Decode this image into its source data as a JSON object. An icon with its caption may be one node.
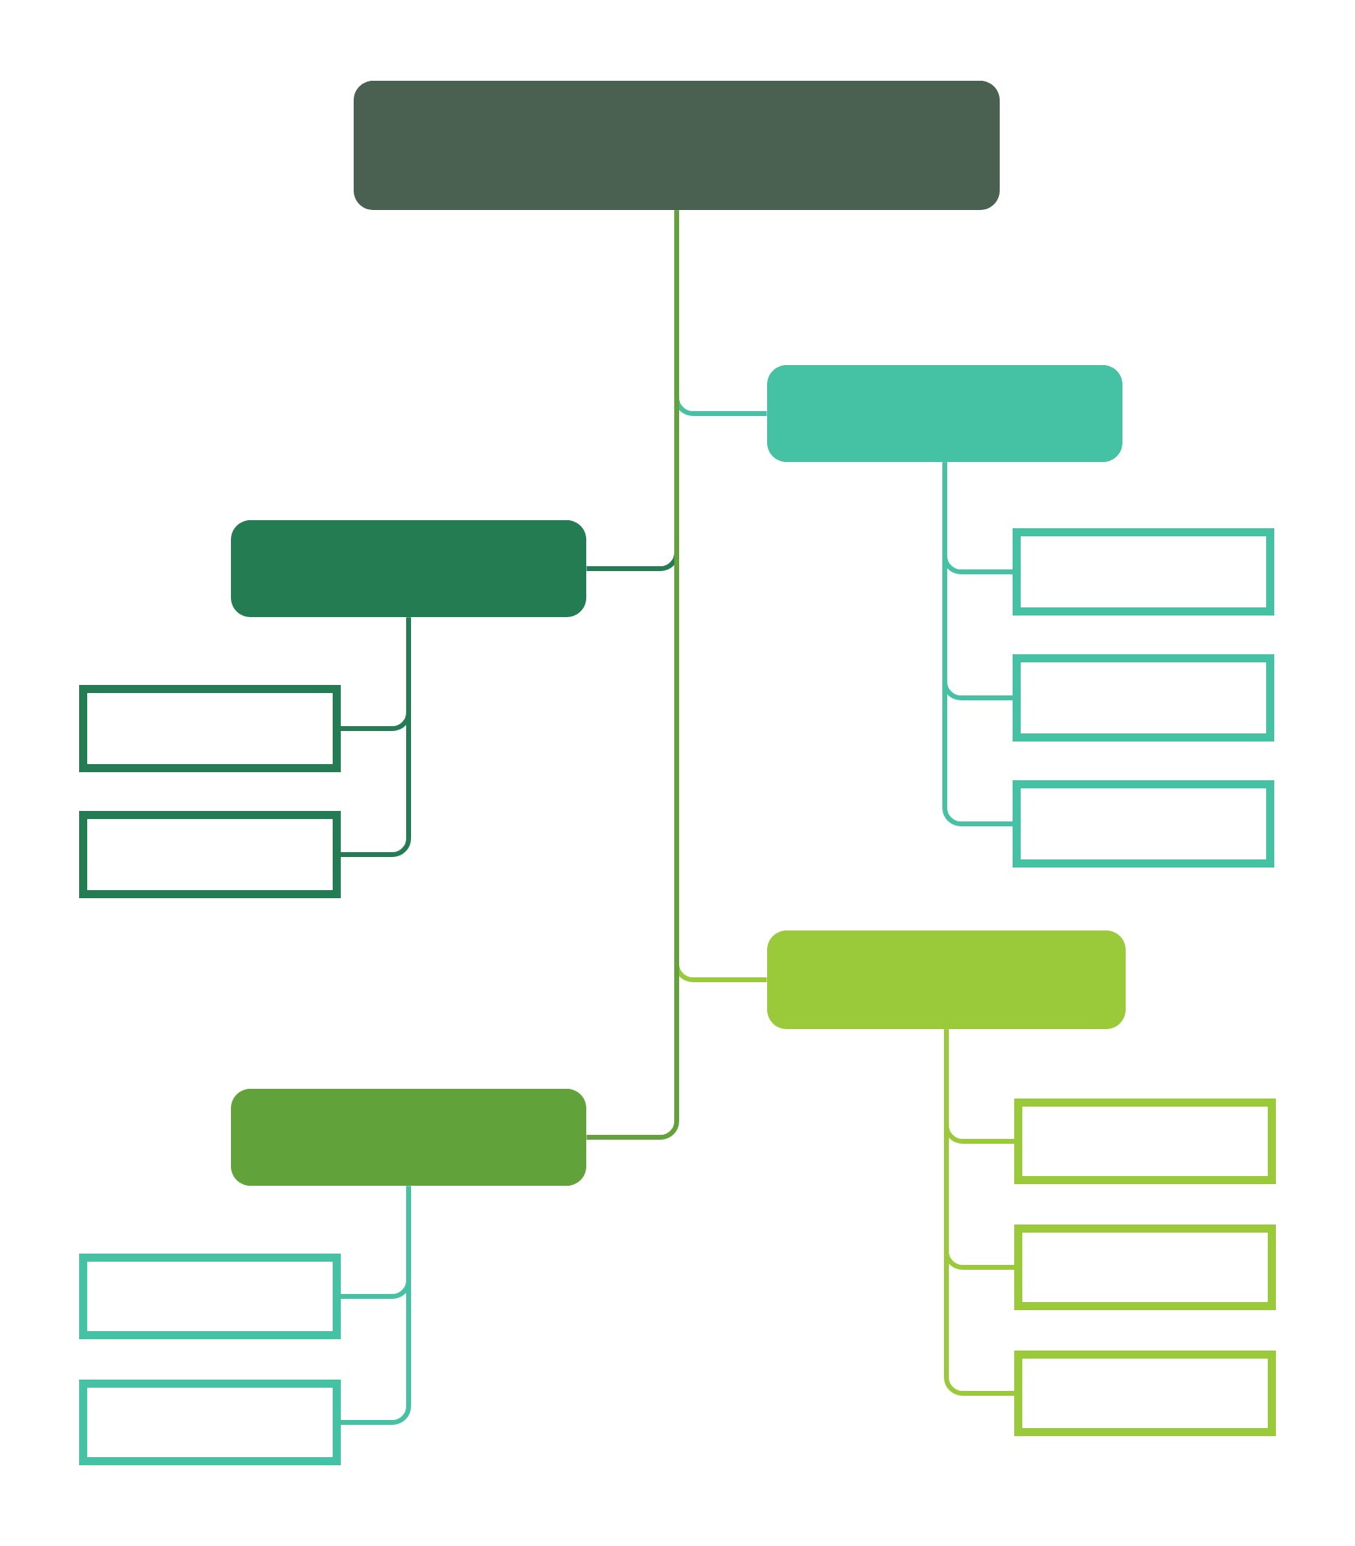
{
  "diagram": {
    "nodes": [
      {
        "text": [],
        "shape": "box"
      },
      {
        "text": [],
        "shape": "box"
      },
      {
        "text": [],
        "shape": "box"
      },
      {
        "text": [],
        "shape": "box"
      },
      {
        "text": [],
        "shape": "box"
      },
      {
        "text": [],
        "shape": "box"
      },
      {
        "text": [],
        "shape": "box"
      },
      {
        "text": [],
        "shape": "box"
      },
      {
        "text": [],
        "shape": "box"
      },
      {
        "text": [],
        "shape": "box"
      },
      {
        "text": [],
        "shape": "box"
      },
      {
        "text": [],
        "shape": "box"
      },
      {
        "text": [],
        "shape": "box"
      },
      {
        "text": [],
        "shape": "box"
      },
      {
        "text": [],
        "shape": "box"
      }
    ],
    "edges": [
      {
        "from": 0,
        "to": 1,
        "arrow": "none"
      },
      {
        "from": 1,
        "to": 2,
        "arrow": "none"
      },
      {
        "from": 1,
        "to": 3,
        "arrow": "none"
      },
      {
        "from": 1,
        "to": 4,
        "arrow": "none"
      },
      {
        "from": 0,
        "to": 5,
        "arrow": "none",
        "color": "#247c52"
      },
      {
        "from": 5,
        "to": 6,
        "arrow": "none",
        "color": "#247c52"
      },
      {
        "from": 5,
        "to": 7,
        "arrow": "none",
        "color": "#247c52"
      },
      {
        "from": 0,
        "to": 8,
        "arrow": "none",
        "color": "#9aca3a"
      },
      {
        "from": 8,
        "to": 9,
        "arrow": "none",
        "color": "#9aca3a"
      },
      {
        "from": 8,
        "to": 10,
        "arrow": "none",
        "color": "#9aca3a"
      },
      {
        "from": 8,
        "to": 11,
        "arrow": "none",
        "color": "#9aca3a"
      },
      {
        "from": 0,
        "to": 12,
        "arrow": "none",
        "color": "#62a23a"
      },
      {
        "from": 12,
        "to": 13,
        "arrow": "none"
      },
      {
        "from": 12,
        "to": 14,
        "arrow": "none"
      }
    ]
  }
}
